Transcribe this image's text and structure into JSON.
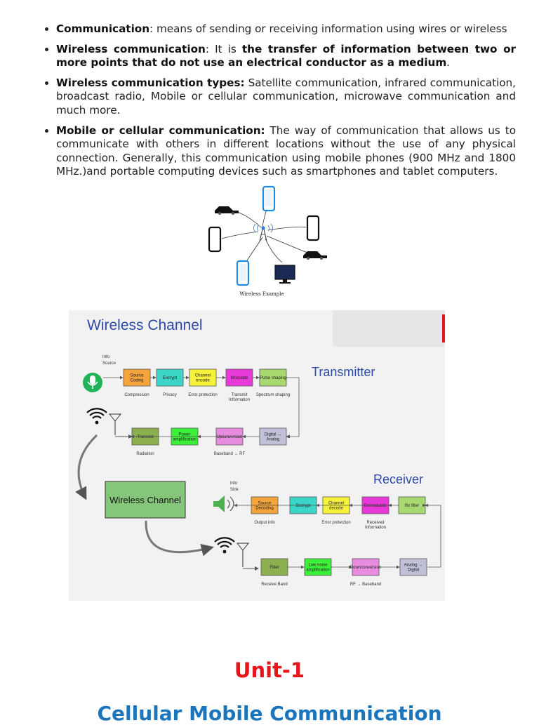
{
  "bullets": [
    {
      "term": "Communication",
      "rest": ": means of sending or receiving information using wires or wireless",
      "bold_rest": "",
      "tail": ""
    },
    {
      "term": "Wireless communication",
      "rest": ": It is ",
      "bold_rest": "the transfer of information between two or more points that do not use an electrical conductor as a medium",
      "tail": "."
    },
    {
      "term": "Wireless communication types:",
      "rest": " Satellite communication, infrared communication, broadcast radio, Mobile or cellular communication, microwave communication and much more.",
      "bold_rest": "",
      "tail": ""
    },
    {
      "term": "Mobile or cellular communication:",
      "rest": " The way of communication that allows us to communicate with others in different locations without the use of any physical connection. Generally, this communication using mobile phones (900 MHz and 1800 MHz.)and portable computing devices such as smartphones and tablet computers.",
      "bold_rest": "",
      "tail": ""
    }
  ],
  "figure1": {
    "caption": "Wireless Example"
  },
  "figure2": {
    "title": "Wireless Channel",
    "transmitter_label": "Transmitter",
    "receiver_label": "Receiver",
    "info_source": "Info\nSource",
    "info_sink": "Info\nSink",
    "channel_box": "Wireless Channel",
    "tx_row1": [
      {
        "label": "Source\nCoding",
        "caption": "Compression",
        "color": "#f4a43a"
      },
      {
        "label": "Encrypt",
        "caption": "Privacy",
        "color": "#3cd6c8"
      },
      {
        "label": "Channel\nencode",
        "caption": "Error protection",
        "color": "#f6f23a"
      },
      {
        "label": "Modulate",
        "caption": "Transmit\nInformation",
        "color": "#e83ad8"
      },
      {
        "label": "Pulse shaping",
        "caption": "Spectrum shaping",
        "color": "#a8d870"
      }
    ],
    "tx_row2": [
      {
        "label": "Transmit",
        "caption": "Radiation",
        "color": "#8cb050"
      },
      {
        "label": "Power\namplification",
        "caption": "",
        "color": "#3cf03a"
      },
      {
        "label": "Upconversion",
        "caption": "Baseband → RF",
        "color": "#e88ce0"
      },
      {
        "label": "Digital →\nAnalog",
        "caption": "",
        "color": "#c0c0d8"
      }
    ],
    "rx_row1": [
      {
        "label": "Source\nDecoding",
        "caption": "Output info",
        "color": "#f4a43a"
      },
      {
        "label": "Decrypt",
        "caption": "",
        "color": "#3cd6c8"
      },
      {
        "label": "Channel\ndecode",
        "caption": "Error protection",
        "color": "#f6f23a"
      },
      {
        "label": "Demodulate",
        "caption": "Received\nInformation",
        "color": "#e83ad8"
      },
      {
        "label": "Rx filter",
        "caption": "",
        "color": "#a8d870"
      }
    ],
    "rx_row2": [
      {
        "label": "Filter",
        "caption": "Receive Band",
        "color": "#8cb050"
      },
      {
        "label": "Low noise\namplification",
        "caption": "",
        "color": "#3cf03a"
      },
      {
        "label": "Downconversion",
        "caption": "RF → Baseband",
        "color": "#e88ce0"
      },
      {
        "label": "Analog →\nDigital",
        "caption": "",
        "color": "#c0c0d8"
      }
    ]
  },
  "unit_title": "Unit-1",
  "subtitle": "Cellular Mobile Communication"
}
